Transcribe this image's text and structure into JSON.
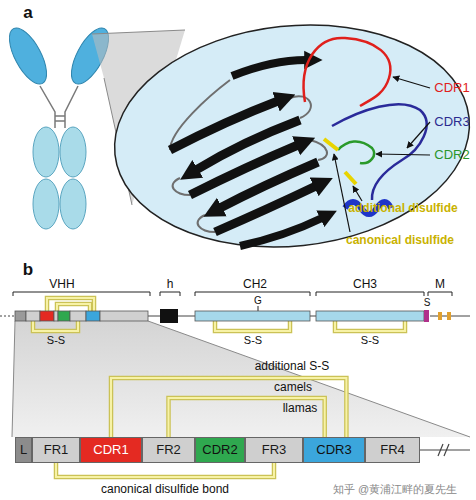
{
  "diagram": {
    "nodes": [
      {
        "text": [
          "L"
        ]
      },
      {
        "text": [
          "FR1"
        ]
      },
      {
        "text": [
          "CDR1"
        ]
      },
      {
        "text": [
          "FR2"
        ]
      },
      {
        "text": [
          "CDR2"
        ]
      },
      {
        "text": [
          "FR3"
        ]
      },
      {
        "text": [
          "CDR3"
        ]
      },
      {
        "text": [
          "FR4"
        ]
      }
    ],
    "edges": [
      {
        "from": 1,
        "to": 5,
        "arrow": "none",
        "label": "canonical disulfide bond"
      },
      {
        "from": 2,
        "to": 6,
        "arrow": "none",
        "label": "camels"
      },
      {
        "from": 3,
        "to": 6,
        "arrow": "none",
        "label": "llamas"
      }
    ],
    "labels": [
      "a",
      "CDR1",
      "CDR3",
      "CDR2",
      "additional disulfide",
      "canonical disulfide",
      "b",
      "VHH",
      "h",
      "CH2",
      "CH3",
      "M",
      "G",
      "S",
      "S-S",
      "S-S",
      "S-S",
      "additional S-S",
      "知乎 @黄浦江畔的夏先生"
    ]
  }
}
